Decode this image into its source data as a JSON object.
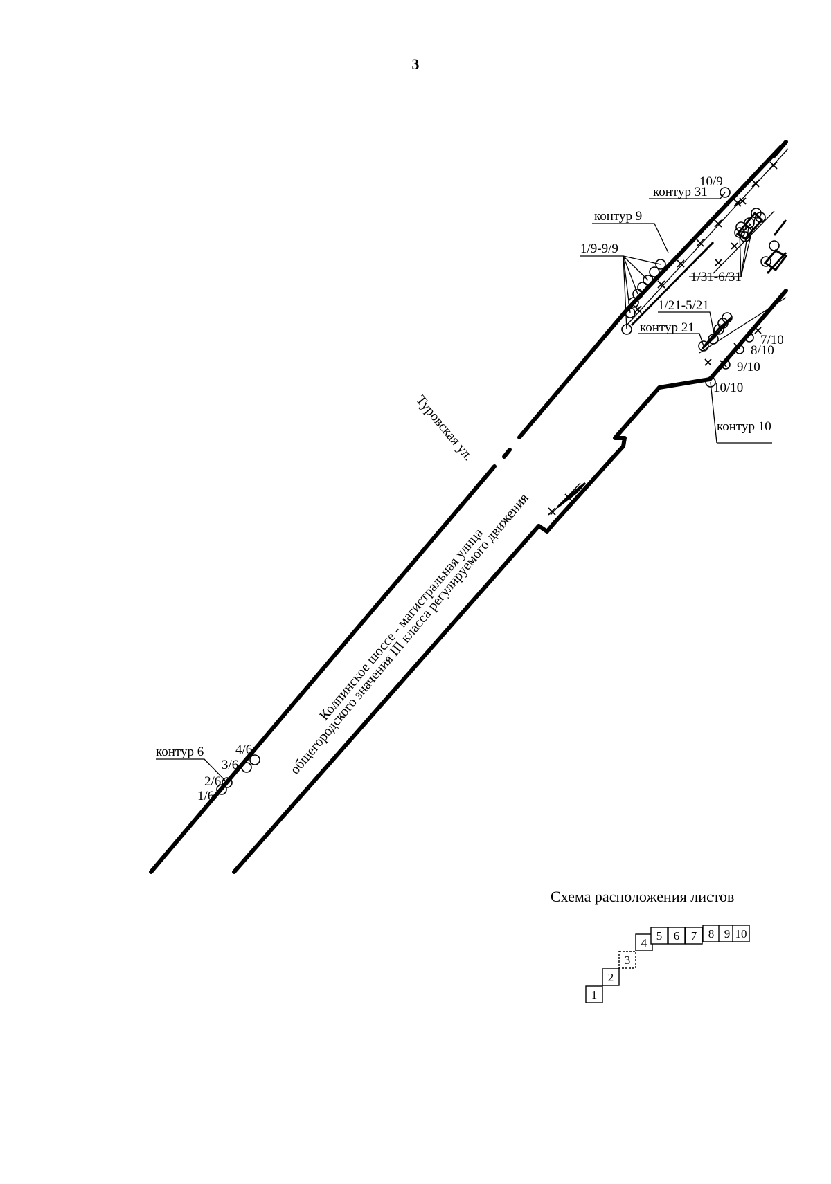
{
  "page_number": "3",
  "streets": {
    "turovskaya": "Туровская ул.",
    "kolpino_line1": "Колпинское шоссе - магистральная улица",
    "kolpino_line2": "общегородского значения III класса регулируемого движения"
  },
  "labels": {
    "k31_point": "10/9",
    "k31": "контур 31",
    "k9": "контур 9",
    "k9_range": "1/9-9/9",
    "k31_range": "1/31-6/31",
    "k21_range": "1/21-5/21",
    "k21": "контур 21",
    "p7_10": "7/10",
    "p8_10": "8/10",
    "p9_10": "9/10",
    "p10_10": "10/10",
    "k10": "контур 10",
    "k6": "контур 6",
    "p4_6": "4/6",
    "p3_6": "3/6",
    "p2_6": "2/6",
    "p1_6": "1/6"
  },
  "sheet_scheme": {
    "title": "Схема расположения листов",
    "sheets": [
      "1",
      "2",
      "3",
      "4",
      "5",
      "6",
      "7",
      "8",
      "9",
      "10"
    ],
    "current_sheet": "3"
  }
}
